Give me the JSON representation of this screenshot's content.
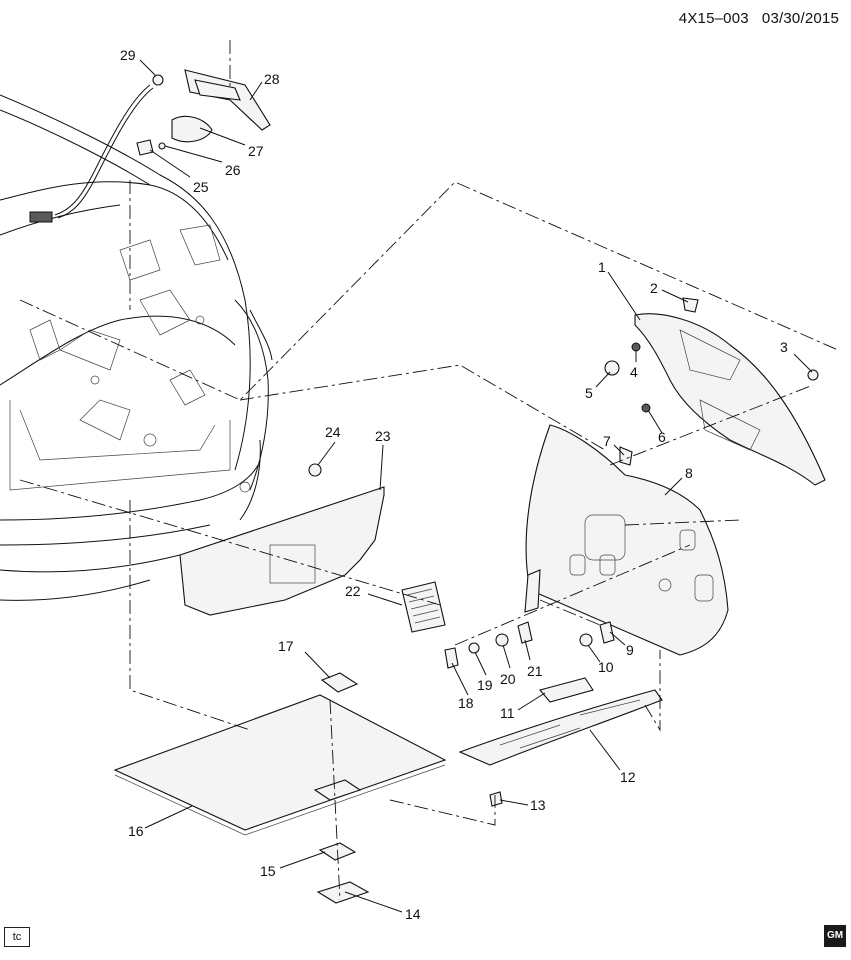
{
  "header": {
    "code": "4X15–003",
    "date": "03/30/2015"
  },
  "footer": {
    "left_badge": "tc",
    "logo": "GM"
  },
  "callouts": [
    "1",
    "2",
    "3",
    "4",
    "5",
    "6",
    "7",
    "8",
    "9",
    "10",
    "11",
    "12",
    "13",
    "14",
    "15",
    "16",
    "17",
    "18",
    "19",
    "20",
    "21",
    "22",
    "23",
    "24",
    "25",
    "26",
    "27",
    "28",
    "29"
  ]
}
